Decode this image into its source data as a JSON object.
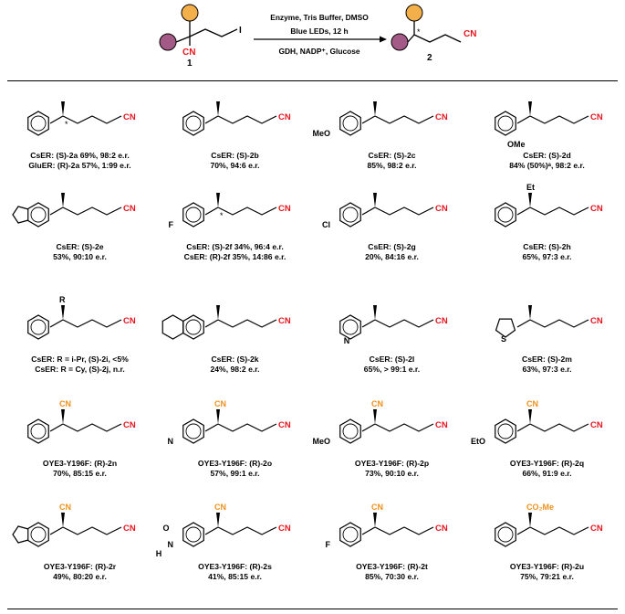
{
  "scheme": {
    "reagents_top": "Enzyme, Tris Buffer, DMSO",
    "reagents_mid": "Blue LEDs, 12 h",
    "reagents_bottom": "GDH, NADP⁺, Glucose",
    "sm_label": "1",
    "product_label": "2",
    "cn_text": "CN",
    "iodo_text": "I",
    "stereo_mark": "*",
    "colors": {
      "top_circle": "#f3b04a",
      "left_circle": "#a45a86",
      "nitrile": "#e8141e",
      "alpha_group": "#f0901c"
    }
  },
  "entries": [
    {
      "id": "2a",
      "substituent": "",
      "group": "",
      "stereo_star": true,
      "lines": [
        "CsER: (S)-2a 69%, 98:2 e.r.",
        "GluER: (R)-2a 57%, 1:99 e.r."
      ]
    },
    {
      "id": "2b",
      "substituent": "",
      "group": "",
      "lines": [
        "CsER: (S)-2b",
        "70%, 94:6 e.r."
      ]
    },
    {
      "id": "2c",
      "substituent": "MeO",
      "group": "",
      "lines": [
        "CsER: (S)-2c",
        "85%, 98:2 e.r."
      ]
    },
    {
      "id": "2d",
      "substituent": "OMe",
      "group": "",
      "lines": [
        "CsER: (S)-2d",
        "84% (50%)ᵃ, 98:2 e.r."
      ]
    },
    {
      "id": "2e",
      "substituent": "",
      "group": "",
      "lines": [
        "CsER: (S)-2e",
        "53%, 90:10 e.r."
      ]
    },
    {
      "id": "2f",
      "substituent": "F",
      "group": "",
      "stereo_star": true,
      "lines": [
        "CsER: (S)-2f 34%, 96:4 e.r.",
        "CsER: (R)-2f 35%, 14:86 e.r."
      ]
    },
    {
      "id": "2g",
      "substituent": "Cl",
      "group": "",
      "lines": [
        "CsER: (S)-2g",
        "20%, 84:16 e.r."
      ]
    },
    {
      "id": "2h",
      "substituent": "",
      "group": "Et",
      "lines": [
        "CsER: (S)-2h",
        "65%, 97:3 e.r."
      ]
    },
    {
      "id": "2ij",
      "substituent": "",
      "group": "R",
      "lines": [
        "CsER: R = i-Pr, (S)-2i, <5%",
        "CsER: R = Cy, (S)-2j, n.r."
      ]
    },
    {
      "id": "2k",
      "substituent": "",
      "group": "",
      "lines": [
        "CsER: (S)-2k",
        "24%, 98:2 e.r."
      ]
    },
    {
      "id": "2l",
      "substituent": "N",
      "group": "",
      "lines": [
        "CsER: (S)-2l",
        "65%, > 99:1 e.r."
      ]
    },
    {
      "id": "2m",
      "substituent": "S",
      "group": "",
      "lines": [
        "CsER: (S)-2m",
        "63%, 97:3 e.r."
      ]
    },
    {
      "id": "2n",
      "substituent": "",
      "group": "CN",
      "lines": [
        "OYE3-Y196F: (R)-2n",
        "70%, 85:15 e.r."
      ]
    },
    {
      "id": "2o",
      "substituent": "N",
      "group": "CN",
      "lines": [
        "OYE3-Y196F: (R)-2o",
        "57%, 99:1 e.r."
      ]
    },
    {
      "id": "2p",
      "substituent": "MeO",
      "group": "CN",
      "lines": [
        "OYE3-Y196F: (R)-2p",
        "73%, 90:10 e.r."
      ]
    },
    {
      "id": "2q",
      "substituent": "EtO",
      "group": "CN",
      "lines": [
        "OYE3-Y196F: (R)-2q",
        "66%, 91:9 e.r."
      ]
    },
    {
      "id": "2r",
      "substituent": "",
      "group": "CN",
      "lines": [
        "OYE3-Y196F: (R)-2r",
        "49%, 80:20 e.r."
      ]
    },
    {
      "id": "2s",
      "substituent": "N",
      "group": "CN",
      "extra": [
        "O",
        "H"
      ],
      "lines": [
        "OYE3-Y196F: (R)-2s",
        "41%, 85:15 e.r."
      ]
    },
    {
      "id": "2t",
      "substituent": "F",
      "group": "CN",
      "lines": [
        "OYE3-Y196F: (R)-2t",
        "85%, 70:30 e.r."
      ]
    },
    {
      "id": "2u",
      "substituent": "",
      "group": "CO₂Me",
      "lines": [
        "OYE3-Y196F: (R)-2u",
        "75%, 79:21 e.r."
      ]
    }
  ]
}
